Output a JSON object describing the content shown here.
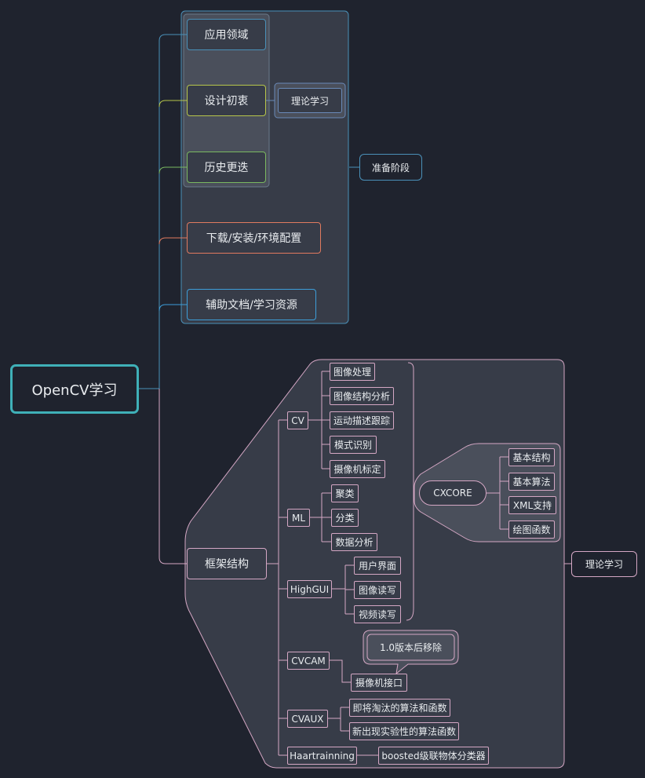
{
  "root": {
    "label": "OpenCV学习"
  },
  "prep": {
    "items": [
      {
        "label": "应用领域",
        "color": "#4a90b8"
      },
      {
        "label": "设计初衷",
        "color": "#b7c64a"
      },
      {
        "label": "历史更迭",
        "color": "#7ab860"
      },
      {
        "label": "下载/安装/环境配置",
        "color": "#e07a5f"
      },
      {
        "label": "辅助文档/学习资源",
        "color": "#3d9ed9"
      }
    ],
    "theory_label": "理论学习",
    "summary_label": "准备阶段"
  },
  "framework": {
    "label": "框架结构",
    "summary_label": "理论学习",
    "modules": [
      {
        "label": "CV",
        "children": [
          "图像处理",
          "图像结构分析",
          "运动描述跟踪",
          "模式识别",
          "摄像机标定"
        ]
      },
      {
        "label": "ML",
        "children": [
          "聚类",
          "分类",
          "数据分析"
        ]
      },
      {
        "label": "HighGUI",
        "children": [
          "用户界面",
          "图像读写",
          "视频读写"
        ]
      },
      {
        "label": "CVCAM",
        "children": [
          "摄像机接口"
        ],
        "note": "1.0版本后移除"
      },
      {
        "label": "CVAUX",
        "children": [
          "即将淘汰的算法和函数",
          "新出现实验性的算法函数"
        ]
      },
      {
        "label": "Haartrainning",
        "children": [
          "boosted级联物体分类器"
        ]
      }
    ],
    "cxcore": {
      "label": "CXCORE",
      "children": [
        "基本结构",
        "基本算法",
        "XML支持",
        "绘图函数"
      ]
    }
  }
}
